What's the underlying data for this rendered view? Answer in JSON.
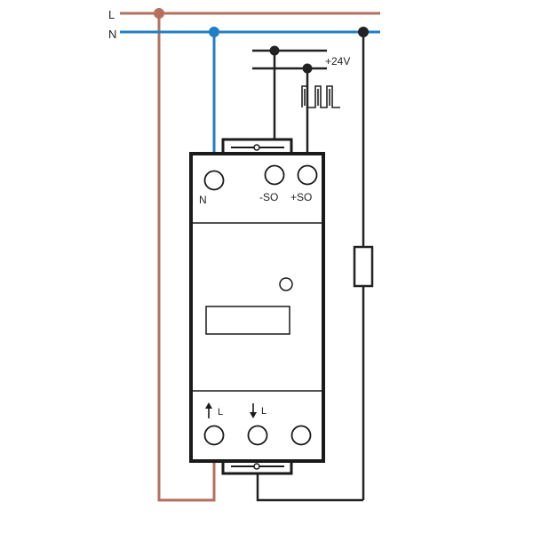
{
  "lines": {
    "L": {
      "label": "L",
      "color": "#b5705e"
    },
    "N": {
      "label": "N",
      "color": "#1f7fc4"
    }
  },
  "supply": {
    "label": "+24V"
  },
  "terminals": {
    "n": "N",
    "so_minus": "-SO",
    "so_plus": "+SO",
    "l_in": "L",
    "l_out": "L"
  },
  "colors": {
    "wire_black": "#222222",
    "meter_outline": "#1a1a1a"
  },
  "icons": {
    "pulse_signal": "pulse-waveform-icon",
    "load": "resistor-load-icon",
    "arrow_in": "arrow-up-icon",
    "arrow_out": "arrow-down-icon"
  }
}
